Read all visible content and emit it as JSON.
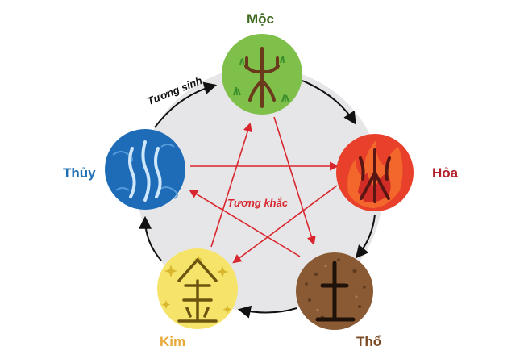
{
  "elements": [
    {
      "id": "moc",
      "label": "Mộc",
      "color": "#3f6b21",
      "fill": "#7fc04a",
      "icon": "wood-glyph-icon"
    },
    {
      "id": "hoa",
      "label": "Hỏa",
      "color": "#b3202b",
      "fill": "#e8402a",
      "icon": "fire-glyph-icon"
    },
    {
      "id": "tho",
      "label": "Thổ",
      "color": "#7a4a25",
      "fill": "#8a5a34",
      "icon": "earth-glyph-icon"
    },
    {
      "id": "kim",
      "label": "Kim",
      "color": "#e8a93a",
      "fill": "#f6e46a",
      "icon": "metal-glyph-icon"
    },
    {
      "id": "thuy",
      "label": "Thủy",
      "color": "#1f6fb5",
      "fill": "#1e6cb8",
      "icon": "water-glyph-icon"
    }
  ],
  "relations": {
    "generating": {
      "label": "Tương sinh",
      "color": "#111111",
      "pairs": [
        [
          "moc",
          "hoa"
        ],
        [
          "hoa",
          "tho"
        ],
        [
          "tho",
          "kim"
        ],
        [
          "kim",
          "thuy"
        ],
        [
          "thuy",
          "moc"
        ]
      ]
    },
    "overcoming": {
      "label": "Tương khắc",
      "color": "#d9262e",
      "pairs": [
        [
          "moc",
          "tho"
        ],
        [
          "tho",
          "thuy"
        ],
        [
          "thuy",
          "hoa"
        ],
        [
          "hoa",
          "kim"
        ],
        [
          "kim",
          "moc"
        ]
      ]
    }
  }
}
